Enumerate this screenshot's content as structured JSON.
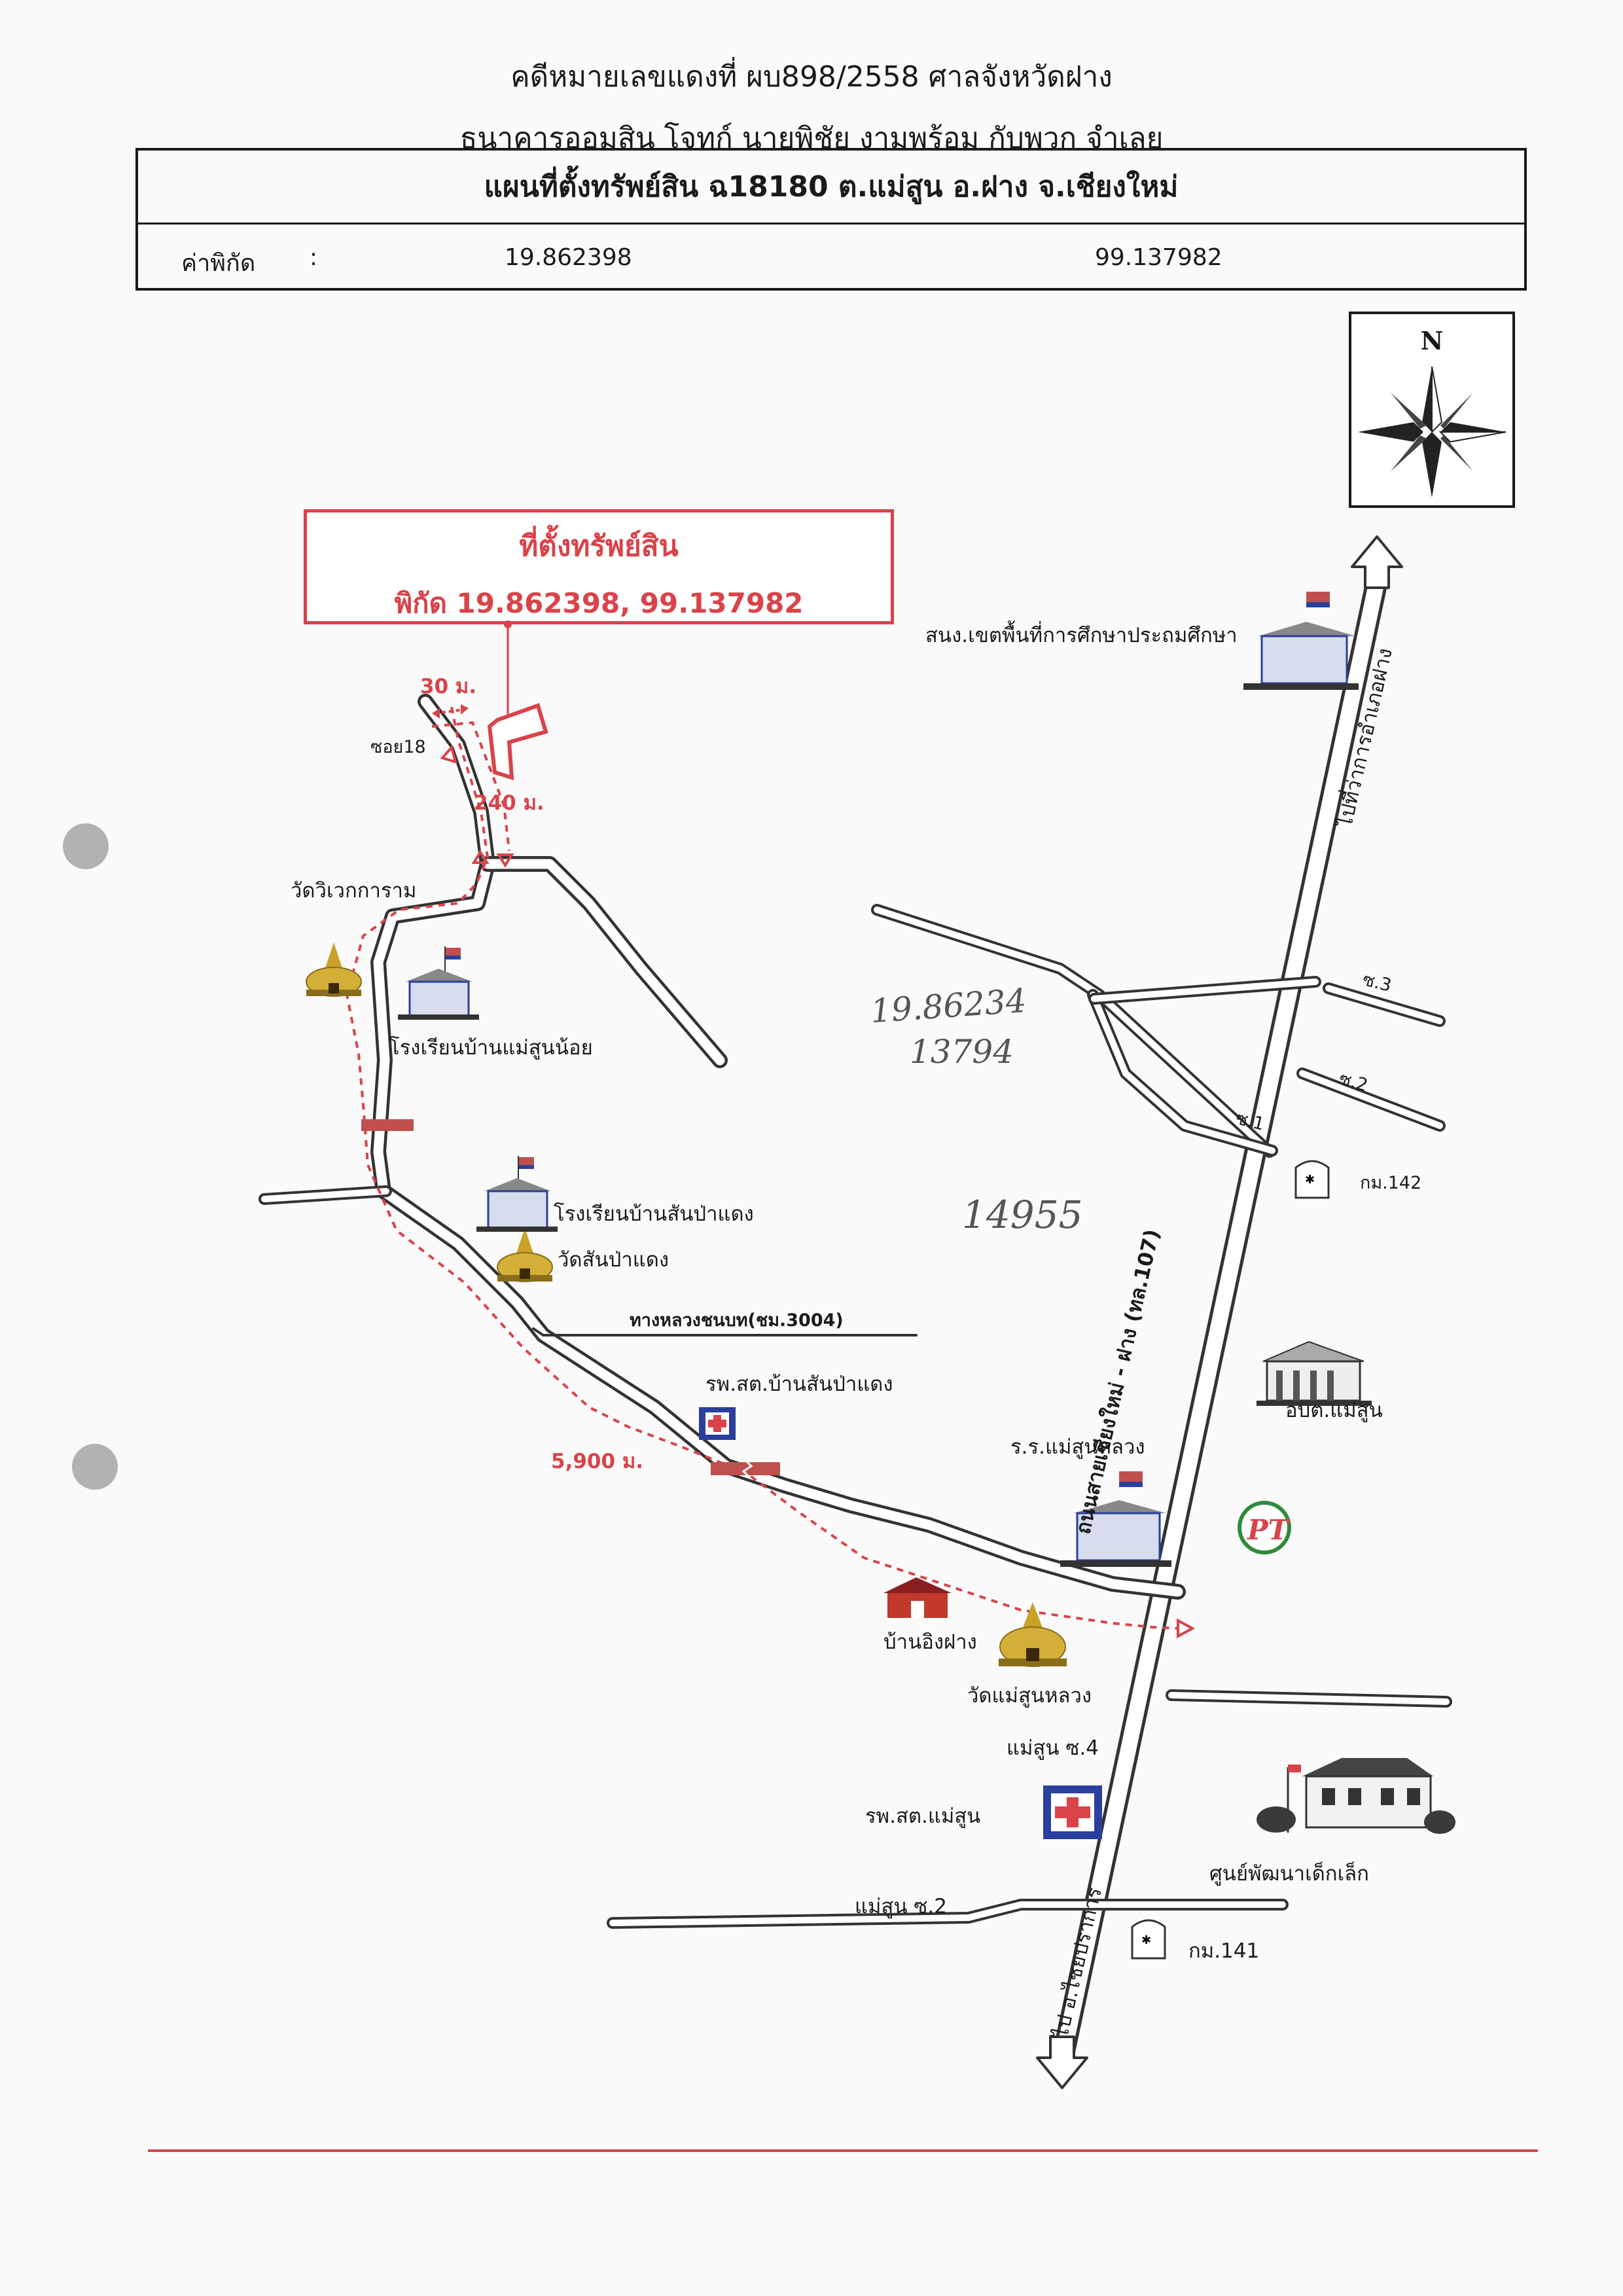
{
  "header": {
    "case_line": "คดีหมายเลขแดงที่ ผบ898/2558 ศาลจังหวัดฝาง",
    "party_line": "ธนาคารออมสิน โจทก์ นายพิชัย งามพร้อม กับพวก จำเลย"
  },
  "title_box": {
    "title": "แผนที่ตั้งทรัพย์สิน ฉ18180 ต.แม่สูน อ.ฝาง จ.เชียงใหม่",
    "coord_label": "ค่าพิกัด",
    "coord_sep": ":",
    "lat": "19.862398",
    "lon": "99.137982"
  },
  "compass": {
    "north_label": "N"
  },
  "callout": {
    "title": "ที่ตั้งทรัพย์สิน",
    "coord": "พิกัด 19.862398, 99.137982"
  },
  "distances": {
    "d30": "30 ม.",
    "d240": "240 ม.",
    "d5900": "5,900 ม."
  },
  "roads": {
    "soi18": "ซอย18",
    "rural_road": "ทางหลวงชนบท(ชม.3004)",
    "highway": "ถนนสายเชียงใหม่ - ฝาง (ทล.107)",
    "to_fang": "ไปที่ว่าการอำเภอฝาง",
    "to_chaiprakan": "ไป อ.ไชยปราการ",
    "s1": "ซ.1",
    "s2": "ซ.2",
    "s3": "ซ.3",
    "maesun_s2": "แม่สูน ซ.2",
    "maesun_s4": "แม่สูน ซ.4",
    "km142": "กม.142",
    "km141": "กม.141"
  },
  "places": {
    "wat_wiwek": "วัดวิเวกการาม",
    "school_maesun_noi": "โรงเรียนบ้านแม่สูนน้อย",
    "school_sanpadaeng": "โรงเรียนบ้านสันป่าแดง",
    "wat_sanpadaeng": "วัดสันป่าแดง",
    "hosp_sanpadaeng": "รพ.สต.บ้านสันป่าแดง",
    "school_maesun_luang": "ร.ร.แม่สูนหลวง",
    "edu_office": "สนง.เขตพื้นที่การศึกษาประถมศึกษา",
    "tao_maesun": "อบต.แม่สูน",
    "ban_ingfang": "บ้านอิงฝาง",
    "wat_maesun_luang": "วัดแม่สูนหลวง",
    "hosp_maesun": "รพ.สต.แม่สูน",
    "child_center": "ศูนย์พัฒนาเด็กเล็ก"
  },
  "handwriting": {
    "line1": "19.86234",
    "line2": "13794",
    "line3": "14955"
  },
  "colors": {
    "accent_red": "#d9434a",
    "road_fill": "#ffffff",
    "road_edge": "#3a3a3a",
    "gold": "#c9a227",
    "blue": "#2a3f9e"
  },
  "icons": [
    "compass-rose-icon",
    "temple-icon",
    "school-icon",
    "hospital-icon",
    "km-marker-icon",
    "government-building-icon",
    "farm-barn-icon",
    "house-icon",
    "pt-logo-icon",
    "bridge-icon"
  ]
}
